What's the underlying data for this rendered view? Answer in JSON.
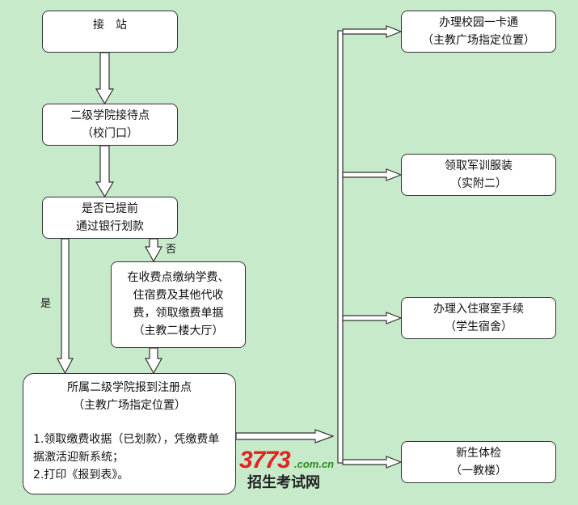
{
  "nodes": {
    "pickup": [
      "接　站"
    ],
    "reception": [
      "二级学院接待点",
      "（校门口）"
    ],
    "decision": [
      "是否已提前",
      "通过银行划款"
    ],
    "payment": [
      "在收费点缴纳学费、",
      "住宿费及其他代收",
      "费，领取缴费单据",
      "（主教二楼大厅）"
    ],
    "register": {
      "title": [
        "所属二级学院报到注册点",
        "（主教广场指定位置）"
      ],
      "steps": [
        "1.领取缴费收据（已划款），凭缴费单据激活迎新系统；",
        "2.打印《报到表》。"
      ]
    },
    "card": [
      "办理校园一卡通",
      "（主教广场指定位置）"
    ],
    "uniform": [
      "领取军训服装",
      "（实附二）"
    ],
    "dorm": [
      "办理入住寝室手续",
      "（学生宿舍）"
    ],
    "checkup": [
      "新生体检",
      "（一教楼）"
    ]
  },
  "labels": {
    "yes": "是",
    "no": "否"
  },
  "watermark": {
    "number": "3773",
    "domain": ".com.cn",
    "name": "招生考试网"
  }
}
